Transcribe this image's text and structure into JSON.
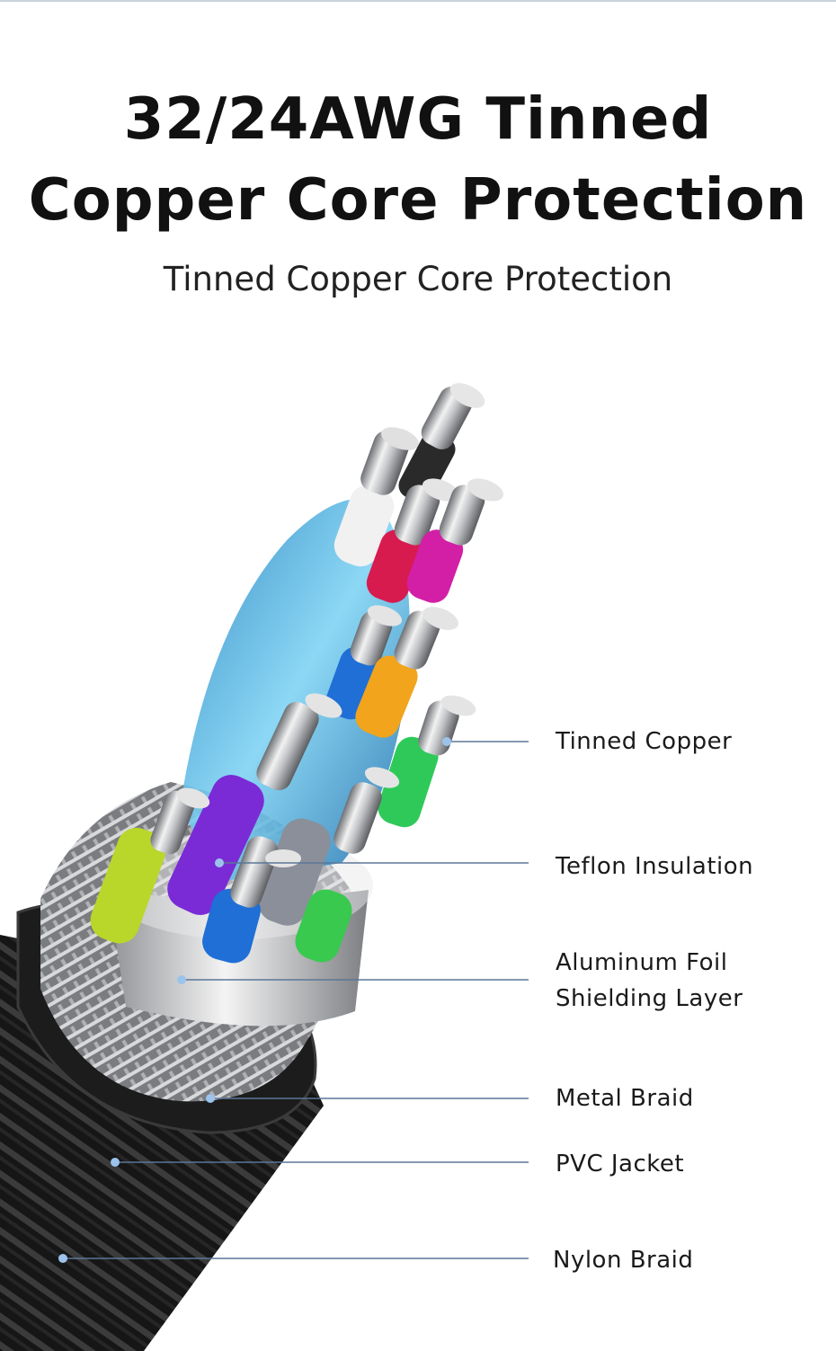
{
  "header": {
    "title_line1": "32/24AWG Tinned",
    "title_line2": "Copper Core Protection",
    "subtitle": "Tinned Copper Core Protection"
  },
  "callouts": [
    {
      "lines": [
        "Tinned Copper"
      ]
    },
    {
      "lines": [
        "Teflon Insulation"
      ]
    },
    {
      "lines": [
        "Aluminum Foil",
        "Shielding Layer"
      ]
    },
    {
      "lines": [
        "Metal Braid"
      ]
    },
    {
      "lines": [
        "PVC Jacket"
      ]
    },
    {
      "lines": [
        "Nylon Braid"
      ]
    }
  ],
  "colors": {
    "leader_line": "#5a7797",
    "leader_dot": "#9cc3ec",
    "wire_colors": [
      "#d81b4f",
      "#d21fa6",
      "#7a2bd6",
      "#b9d62a",
      "#2ea8e0",
      "#f1a41c",
      "#2fc95a",
      "#1f6fd6",
      "#8a8f99"
    ]
  }
}
